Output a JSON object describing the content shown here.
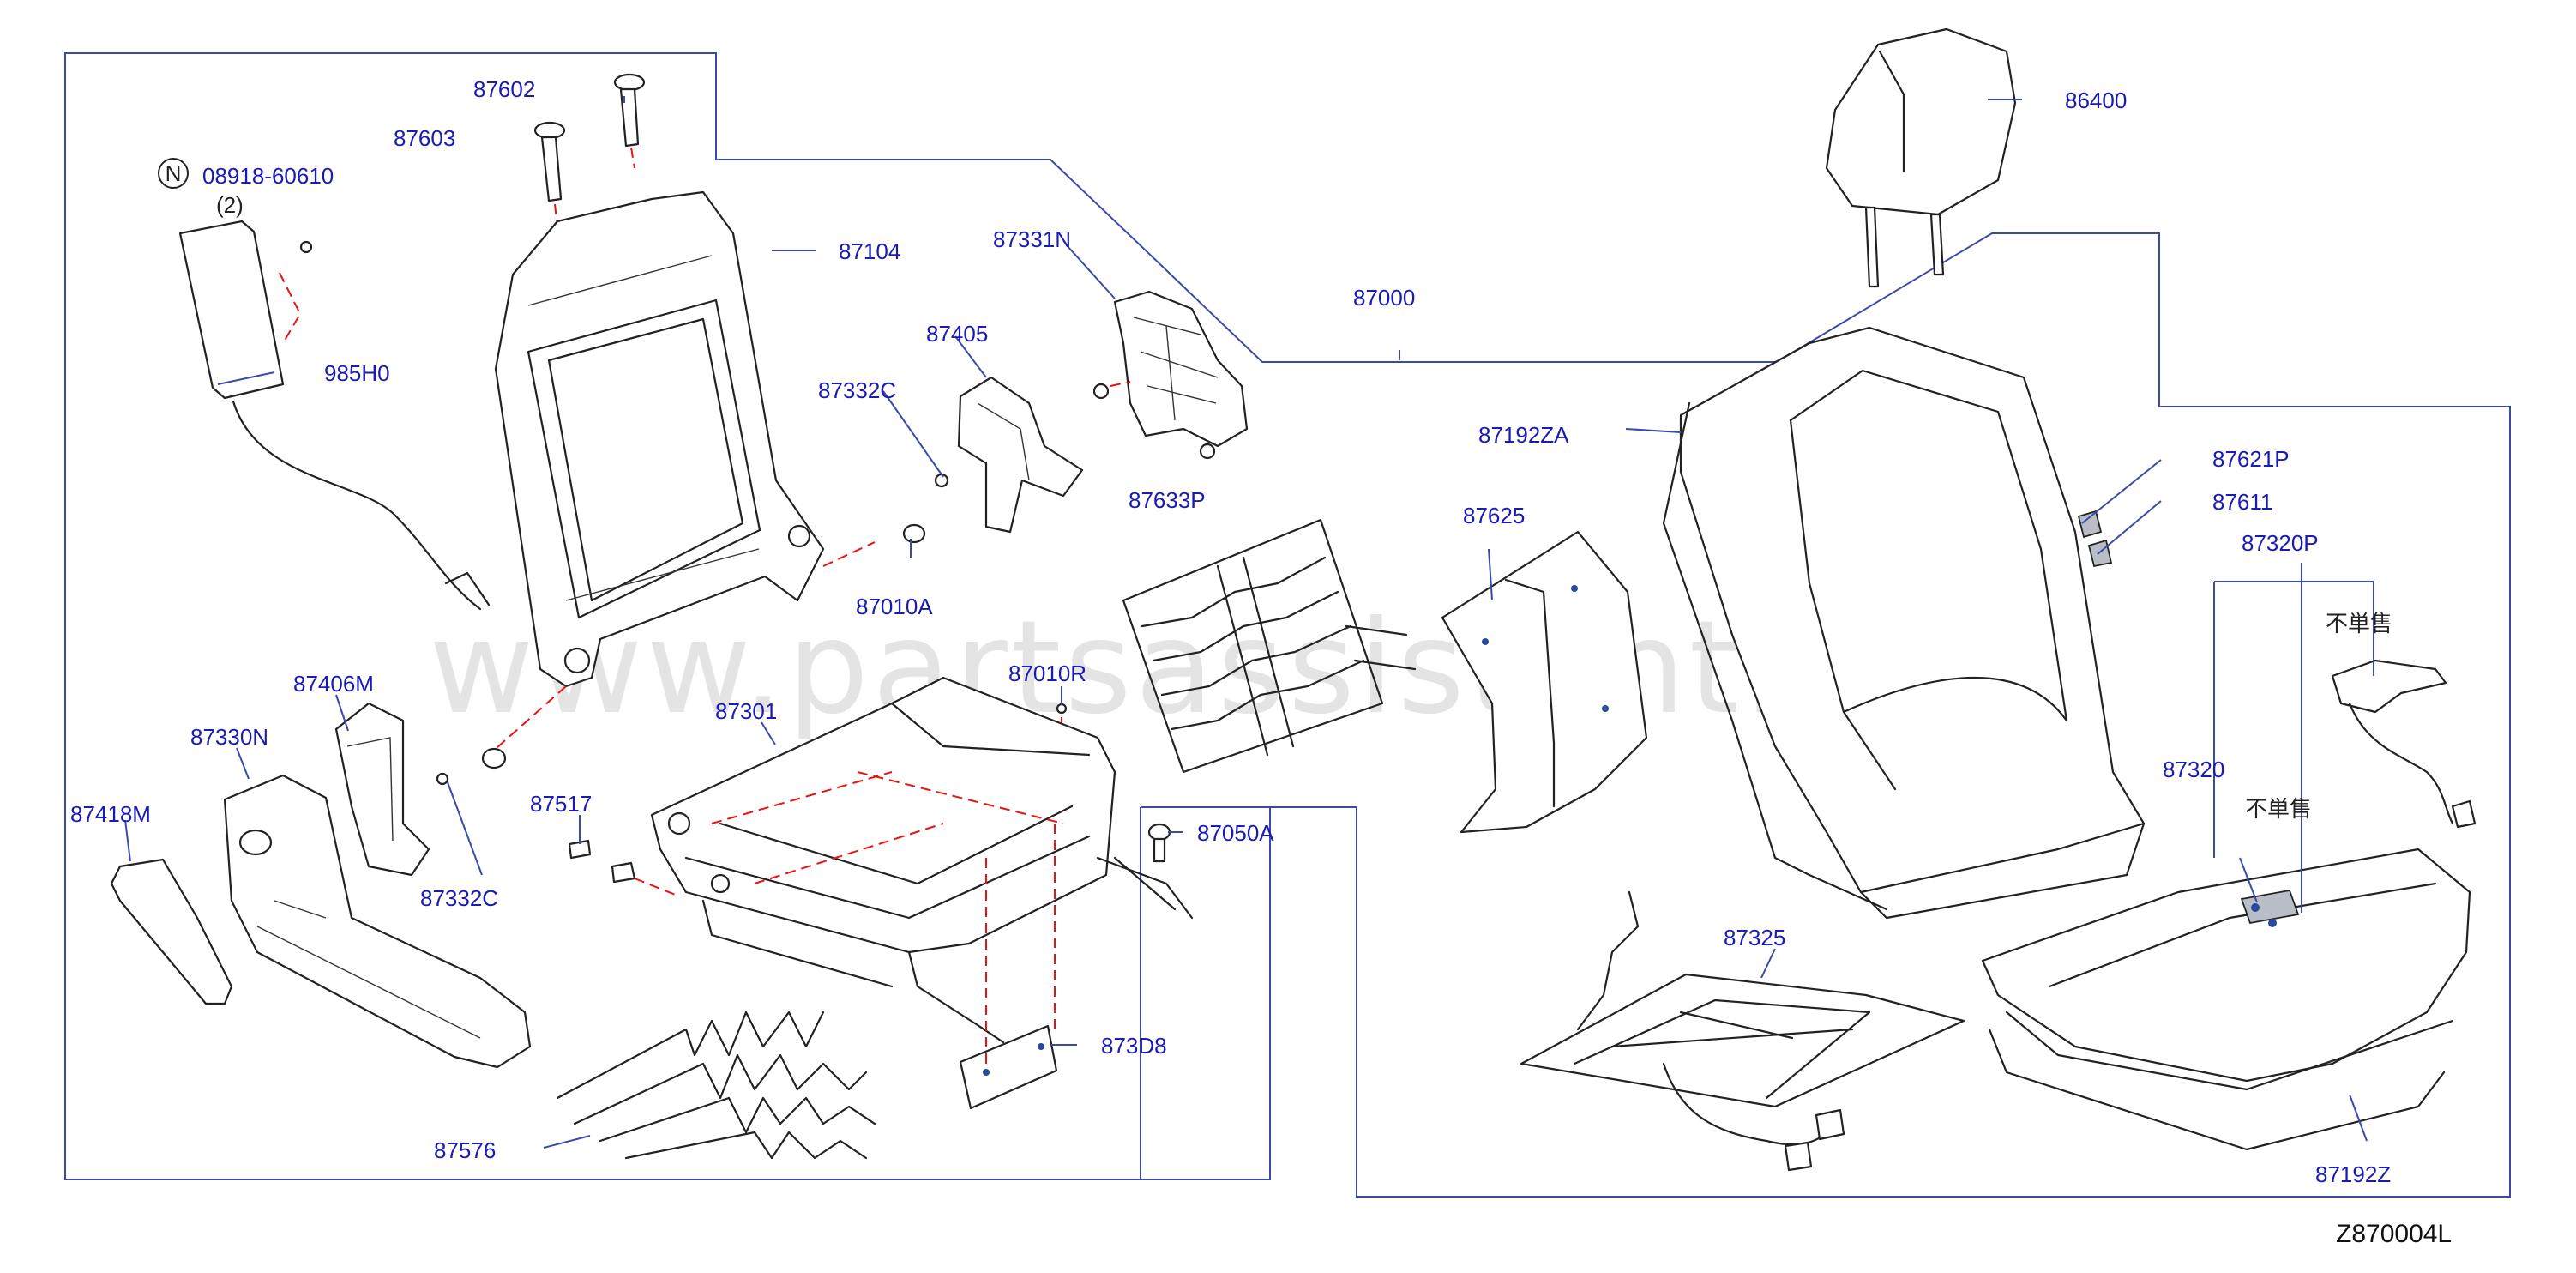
{
  "title": "",
  "diagram_code": "Z870004L",
  "watermark": "www.partsassistant.com",
  "note_symbol": "N",
  "not_sold_separately": "不単售",
  "labels": {
    "p87602": "87602",
    "p87603": "87603",
    "p08918": "08918-60610",
    "qty2": "(2)",
    "p985H0": "985H0",
    "p87104": "87104",
    "p87331N": "87331N",
    "p87405": "87405",
    "p87332C_top": "87332C",
    "p87010A": "87010A",
    "p87000": "87000",
    "p86400": "86400",
    "p87192ZA": "87192ZA",
    "p87621P": "87621P",
    "p87611": "87611",
    "p87320P": "87320P",
    "p87625": "87625",
    "p87633P": "87633P",
    "p87010R": "87010R",
    "p87406M": "87406M",
    "p87330N": "87330N",
    "p87418M": "87418M",
    "p87332C_bot": "87332C",
    "p87301": "87301",
    "p87517": "87517",
    "p87050A": "87050A",
    "p873D8": "873D8",
    "p87576": "87576",
    "p87320": "87320",
    "p87325": "87325",
    "p87192Z": "87192Z"
  },
  "colors": {
    "label": "#1a1ab4",
    "leader": "#3a4aa8",
    "hidden_line": "#e11111",
    "outline": "#222222"
  }
}
